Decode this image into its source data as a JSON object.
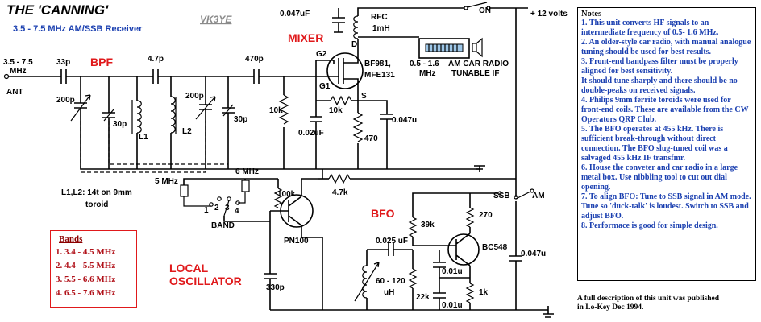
{
  "title": "THE 'CANNING'",
  "subtitle": "3.5 - 7.5 MHz AM/SSB Receiver",
  "callsign": "VK3YE",
  "sections": {
    "bpf": "BPF",
    "mixer": "MIXER",
    "bfo": "BFO",
    "local_osc_line1": "LOCAL",
    "local_osc_line2": "OSCILLATOR"
  },
  "labels": {
    "input_freq_line1": "3.5 - 7.5",
    "input_freq_line2": "MHz",
    "ant": "ANT",
    "c33p": "33p",
    "c47p": "4.7p",
    "c470p": "470p",
    "c200p_a": "200p",
    "c30p_a": "30p",
    "l1": "L1",
    "l2": "L2",
    "c200p_b": "200p",
    "c30p_b": "30p",
    "r10k_a": "10k",
    "c0047uf_top": "0.047uF",
    "rfc": "RFC",
    "mh1": "1mH",
    "on": "ON",
    "supply": "+ 12 volts",
    "g2": "G2",
    "g1": "G1",
    "d": "D",
    "s": "S",
    "bf981": "BF981,",
    "mfe131": "MFE131",
    "if_range_line1": "0.5 - 1.6",
    "if_range_line2": "MHz",
    "radio_line1": "AM CAR RADIO",
    "radio_line2": "TUNABLE IF",
    "r10k_b": "10k",
    "c002uf": "0.02uF",
    "r470": "470",
    "c0047u_mid": "0.047u",
    "coil_note_line1": "L1,L2: 14t on 9mm",
    "coil_note_line2": "toroid",
    "mhz5": "5 MHz",
    "mhz6": "6 MHz",
    "band": "BAND",
    "sw1": "1",
    "sw2": "2",
    "sw3": "3",
    "sw4": "4",
    "r100k": "100k",
    "r47k": "4.7k",
    "pn100": "PN100",
    "c330p": "330p",
    "ssb": "SSB",
    "am": "AM",
    "r39k": "39k",
    "r270": "270",
    "c0025uf": "0.025 uF",
    "bc548": "BC548",
    "c0047u_bfo": "0.047u",
    "c001u_a": "0.01u",
    "c001u_b": "0.01u",
    "l60_line1": "60 - 120",
    "l60_line2": "uH",
    "r22k": "22k",
    "r1k": "1k"
  },
  "notes": {
    "title": "Notes",
    "items": [
      "1. This unit converts HF signals to an intermediate frequency of 0.5- 1.6 MHz.",
      "2. An older-style car radio, with manual analogue tuning should be used for best results.",
      "3. Front-end bandpass filter must be properly aligned for best sensitivity.",
      "It should tune sharply and there should be no double-peaks on received signals.",
      "4. Philips 9mm ferrite toroids were used for front-end coils. These are available from the CW Operators QRP Club.",
      "5. The BFO operates at 455 kHz. There is sufficient break-through without direct connection. The BFO slug-tuned coil was a salvaged 455 kHz IF transfmr.",
      "6. House the conveter and car radio in a large metal box. Use nibbling tool to cut out dial opening.",
      "7.  To align BFO: Tune to SSB signal in AM mode. Tune so 'duck-talk' is loudest. Switch to SSB and adjust BFO.",
      "8. Performace is good for simple design."
    ]
  },
  "footnote": {
    "line1": "A full description of this unit was published",
    "line2": "in Lo-Key Dec 1994."
  },
  "bands": {
    "title": "Bands",
    "items": [
      "1.  3.4 - 4.5 MHz",
      "2.  4.4 - 5.5 MHz",
      "3.  5.5 - 6.6 MHz",
      "4.  6.5 - 7.6 MHz"
    ]
  },
  "colors": {
    "label_blue": "#1a3fb0",
    "section_red": "#e0191b",
    "bands_red": "#b1121a",
    "callsign_gray": "#8a8a8a"
  }
}
